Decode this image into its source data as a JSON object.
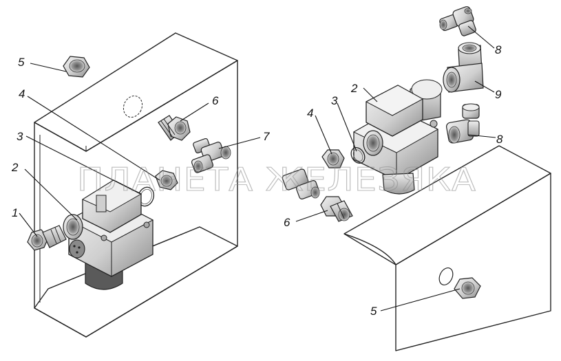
{
  "watermark": "ПЛАНЕТА ЖЕЛЕЗЯКА",
  "callouts": [
    "5",
    "4",
    "3",
    "2",
    "1",
    "6",
    "7",
    "2",
    "3",
    "4",
    "6",
    "8",
    "9",
    "8",
    "5"
  ],
  "colors": {
    "line": "#222222",
    "part_fill": "#e6e6e6",
    "part_shade": "#b9b9b9",
    "part_dark": "#6f6f6f",
    "bracket_fill": "#ffffff"
  }
}
